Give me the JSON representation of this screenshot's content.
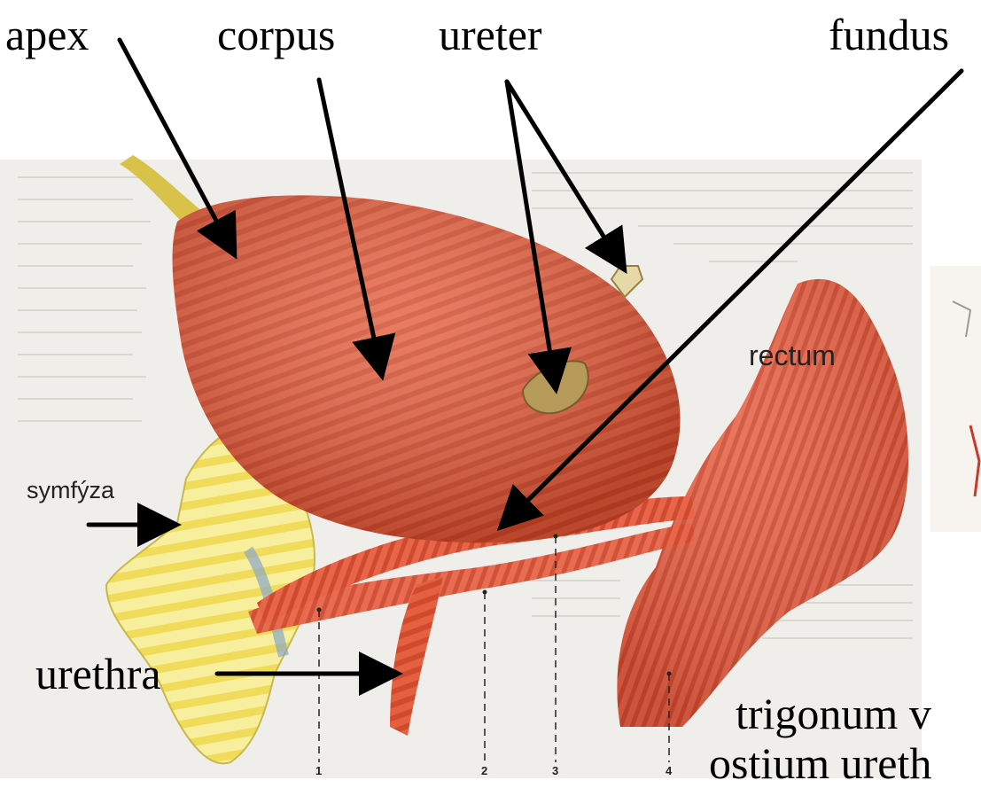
{
  "labels": {
    "apex": "apex",
    "corpus": "corpus",
    "ureter": "ureter",
    "fundus": "fundus",
    "rectum": "rectum",
    "symfyza": "symfýza",
    "urethra": "urethra",
    "trigonum": "trigonum v",
    "ostium": "ostium ureth"
  },
  "markers": [
    "1",
    "2",
    "3",
    "4"
  ],
  "colors": {
    "muscle": "#e0553a",
    "muscle_dark": "#b83a22",
    "bone": "#f3e46a",
    "page": "#f1efec",
    "arrow": "#000000"
  }
}
